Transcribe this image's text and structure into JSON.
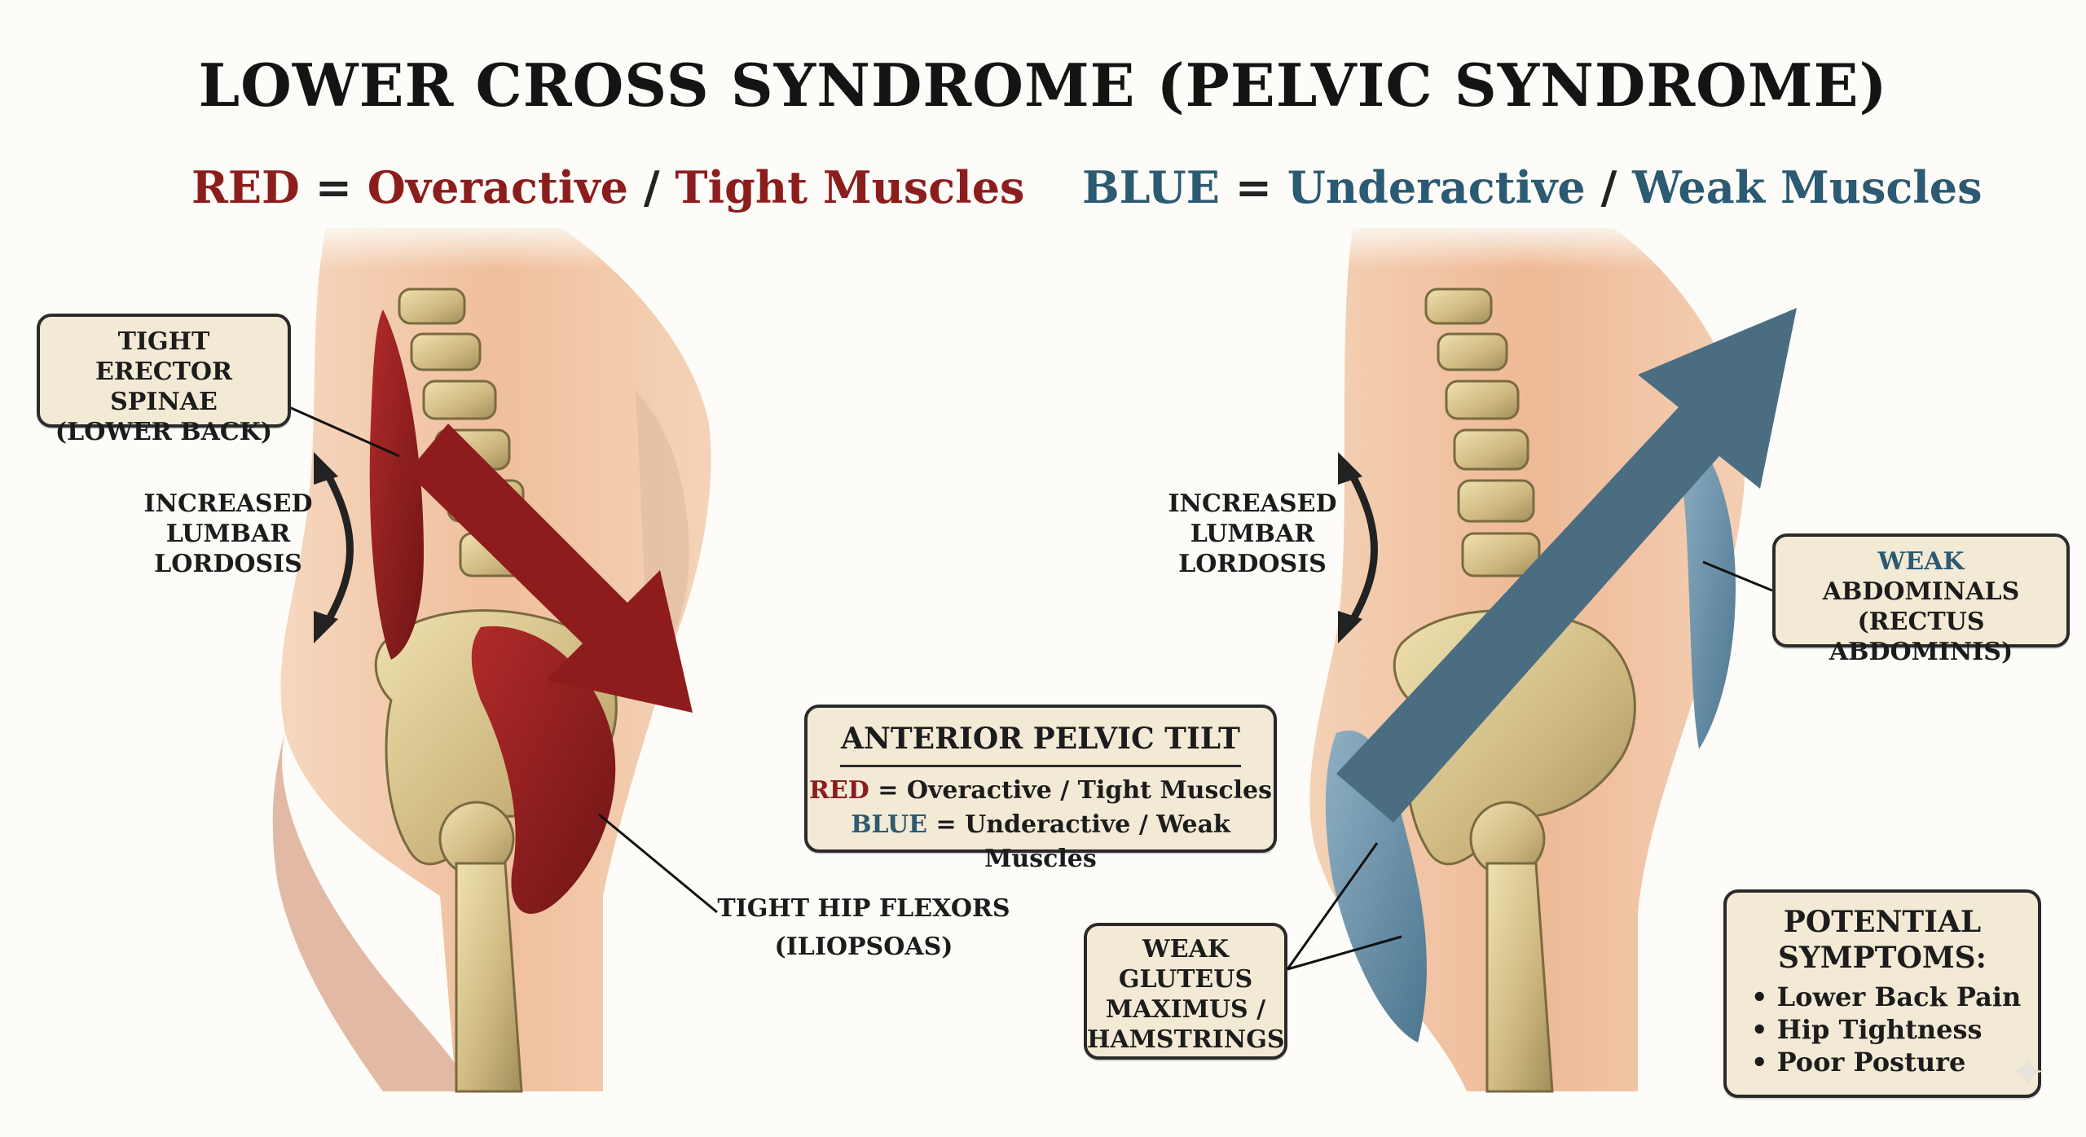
{
  "title": "LOWER CROSS SYNDROME (PELVIC SYNDROME)",
  "legend_left": {
    "color_word": "RED",
    "eq": "=",
    "word1": "Overactive",
    "slash": "/",
    "word2": "Tight Muscles"
  },
  "legend_right": {
    "color_word": "BLUE",
    "eq": "=",
    "word1": "Underactive",
    "slash": "/",
    "word2": "Weak Muscles"
  },
  "labels": {
    "erector": [
      "TIGHT",
      "ERECTOR SPINAE",
      "(LOWER BACK)"
    ],
    "lordosis_left": [
      "INCREASED",
      "LUMBAR",
      "LORDOSIS"
    ],
    "lordosis_right": [
      "INCREASED",
      "LUMBAR",
      "LORDOSIS"
    ],
    "hip_flexors": [
      "TIGHT HIP FLEXORS",
      "(ILIOPSOAS)"
    ],
    "abdominals": [
      "WEAK",
      "ABDOMINALS",
      "(RECTUS ABDOMINIS)"
    ],
    "gluteus": [
      "WEAK",
      "GLUTEUS",
      "MAXIMUS /",
      "HAMSTRINGS"
    ]
  },
  "tilt_box": {
    "heading": "ANTERIOR PELVIC TILT",
    "line1": {
      "color_word": "RED",
      "text": "= Overactive / Tight Muscles"
    },
    "line2": {
      "color_word": "BLUE",
      "text": "= Underactive / Weak Muscles"
    }
  },
  "symptoms": {
    "heading_1": "POTENTIAL",
    "heading_2": "SYMPTOMS:",
    "items": [
      "• Lower Back Pain",
      "• Hip Tightness",
      "• Poor Posture"
    ]
  },
  "colors": {
    "red": "#8c1d1d",
    "blue": "#2b5a72",
    "arrow_red": "#8e1c1c",
    "arrow_blue": "#4a6d82",
    "box_fill": "#f3ead6"
  },
  "icons": [
    "sparkle-icon"
  ]
}
